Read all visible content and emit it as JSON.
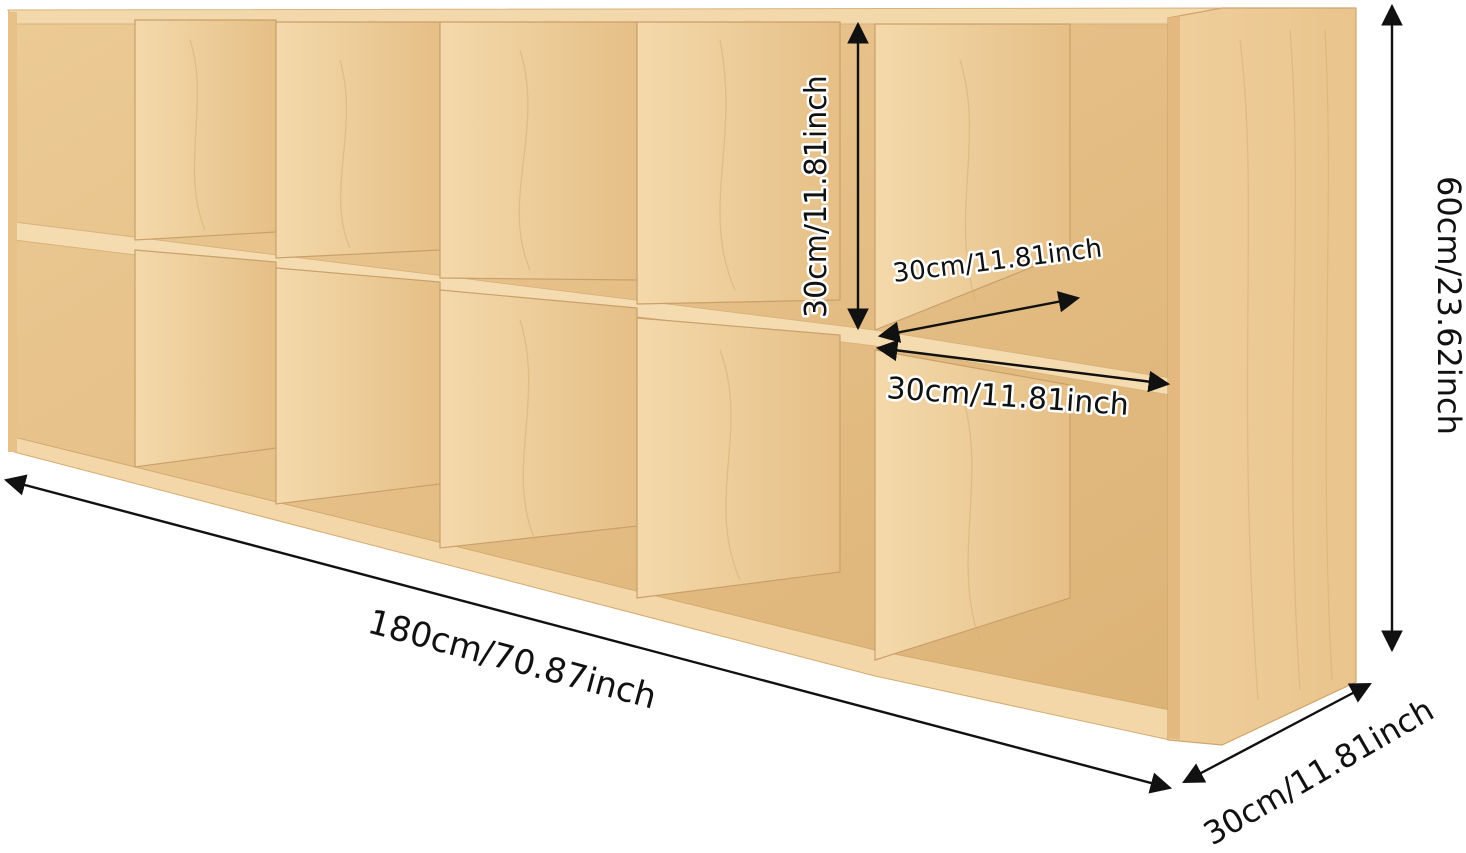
{
  "product": "wooden cubby storage shelf with 12 open compartments",
  "colors": {
    "wood_light": "#f2d6a8",
    "wood_mid": "#e6bd83",
    "wood_dark": "#c99a5c",
    "back_panel": "#d9b07a",
    "line": "#111111",
    "background": "#ffffff"
  },
  "dimensions": {
    "width": "180cm/70.87inch",
    "depth": "30cm/11.81inch",
    "height": "60cm/23.62inch",
    "cubby_height": "30cm/11.81inch",
    "cubby_depth": "30cm/11.81inch",
    "cubby_width": "30cm/11.81inch"
  }
}
